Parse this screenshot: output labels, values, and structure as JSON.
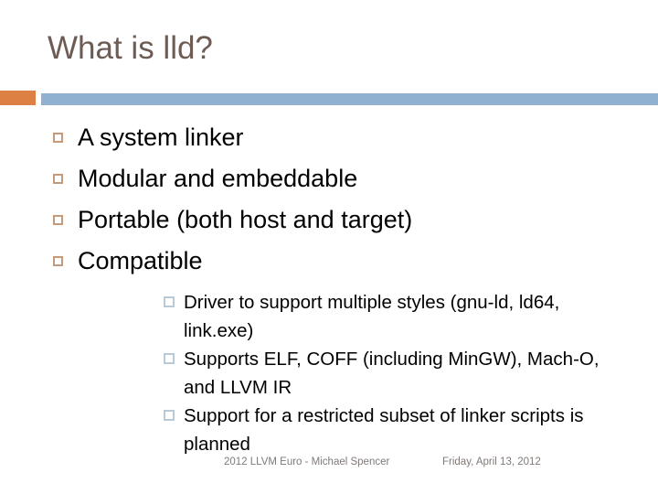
{
  "slide": {
    "title": "What is lld?",
    "bullets": [
      {
        "text": "A system linker"
      },
      {
        "text": "Modular and embeddable"
      },
      {
        "text": "Portable (both host and target)"
      },
      {
        "text": "Compatible",
        "sub": [
          "Driver to support multiple styles (gnu-ld, ld64, link.exe)",
          "Supports ELF, COFF (including MinGW), Mach-O, and LLVM IR",
          "Support for a restricted subset of linker scripts is planned"
        ]
      }
    ],
    "footer": {
      "event": "2012 LLVM Euro - Michael Spencer",
      "date": "Friday, April 13, 2012"
    },
    "colors": {
      "title_text": "#6d5c54",
      "rule_orange": "#dd8043",
      "rule_blue": "#91b1d1",
      "bullet_level1": "#c49a7a",
      "bullet_level2": "#b9c9d6",
      "body_text": "#000000",
      "footer_text": "#807a77",
      "background": "#ffffff"
    }
  }
}
